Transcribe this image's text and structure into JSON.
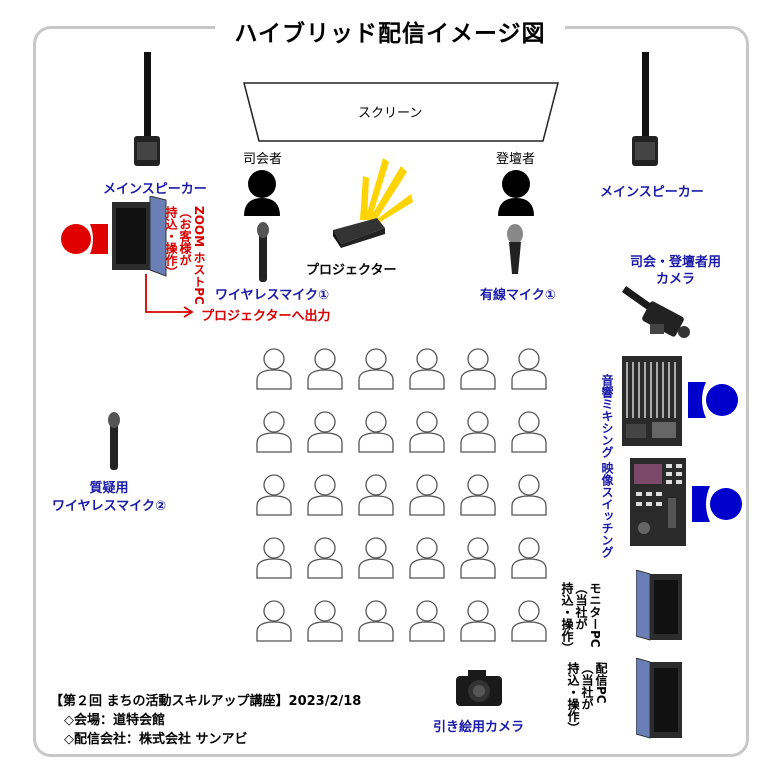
{
  "title": "ハイブリッド配信イメージ図",
  "screen": "スクリーン",
  "moderator": "司会者",
  "speaker": "登壇者",
  "main_speaker_left": "メインスピーカー",
  "main_speaker_right": "メインスピーカー",
  "projector": "プロジェクター",
  "wireless_mic_1": "ワイヤレスマイク①",
  "wired_mic_1": "有線マイク①",
  "zoom_host_pc": [
    "ZOOM ホストPC",
    "（お客様が",
    "持込・操作）"
  ],
  "projector_output": "プロジェクターへ出力",
  "camera_label": [
    "司会・登壇者用",
    "カメラ"
  ],
  "audio_mixing": "音響ミキシング",
  "video_switching": "映像スイッチング",
  "monitor_pc": [
    "モニターPC",
    "（当社が",
    "持込・操作）"
  ],
  "streaming_pc": [
    "配信PC",
    "（当社が",
    "持込・操作）"
  ],
  "qa_mic": [
    "質疑用",
    "ワイヤレスマイク②"
  ],
  "wide_camera": "引き絵用カメラ",
  "footer": {
    "line1": "【第２回 まちの活動スキルアップ講座】2023/2/18",
    "line2": "◇会場：道特会館",
    "line3": "◇配信会社：株式会社 サンアビ"
  },
  "audience": {
    "rows": 5,
    "cols": 6
  },
  "colors": {
    "blue": "#1a1aa8",
    "red": "#d60000",
    "equip_blue": "#0000cc",
    "frame": "#c8c8c8"
  }
}
